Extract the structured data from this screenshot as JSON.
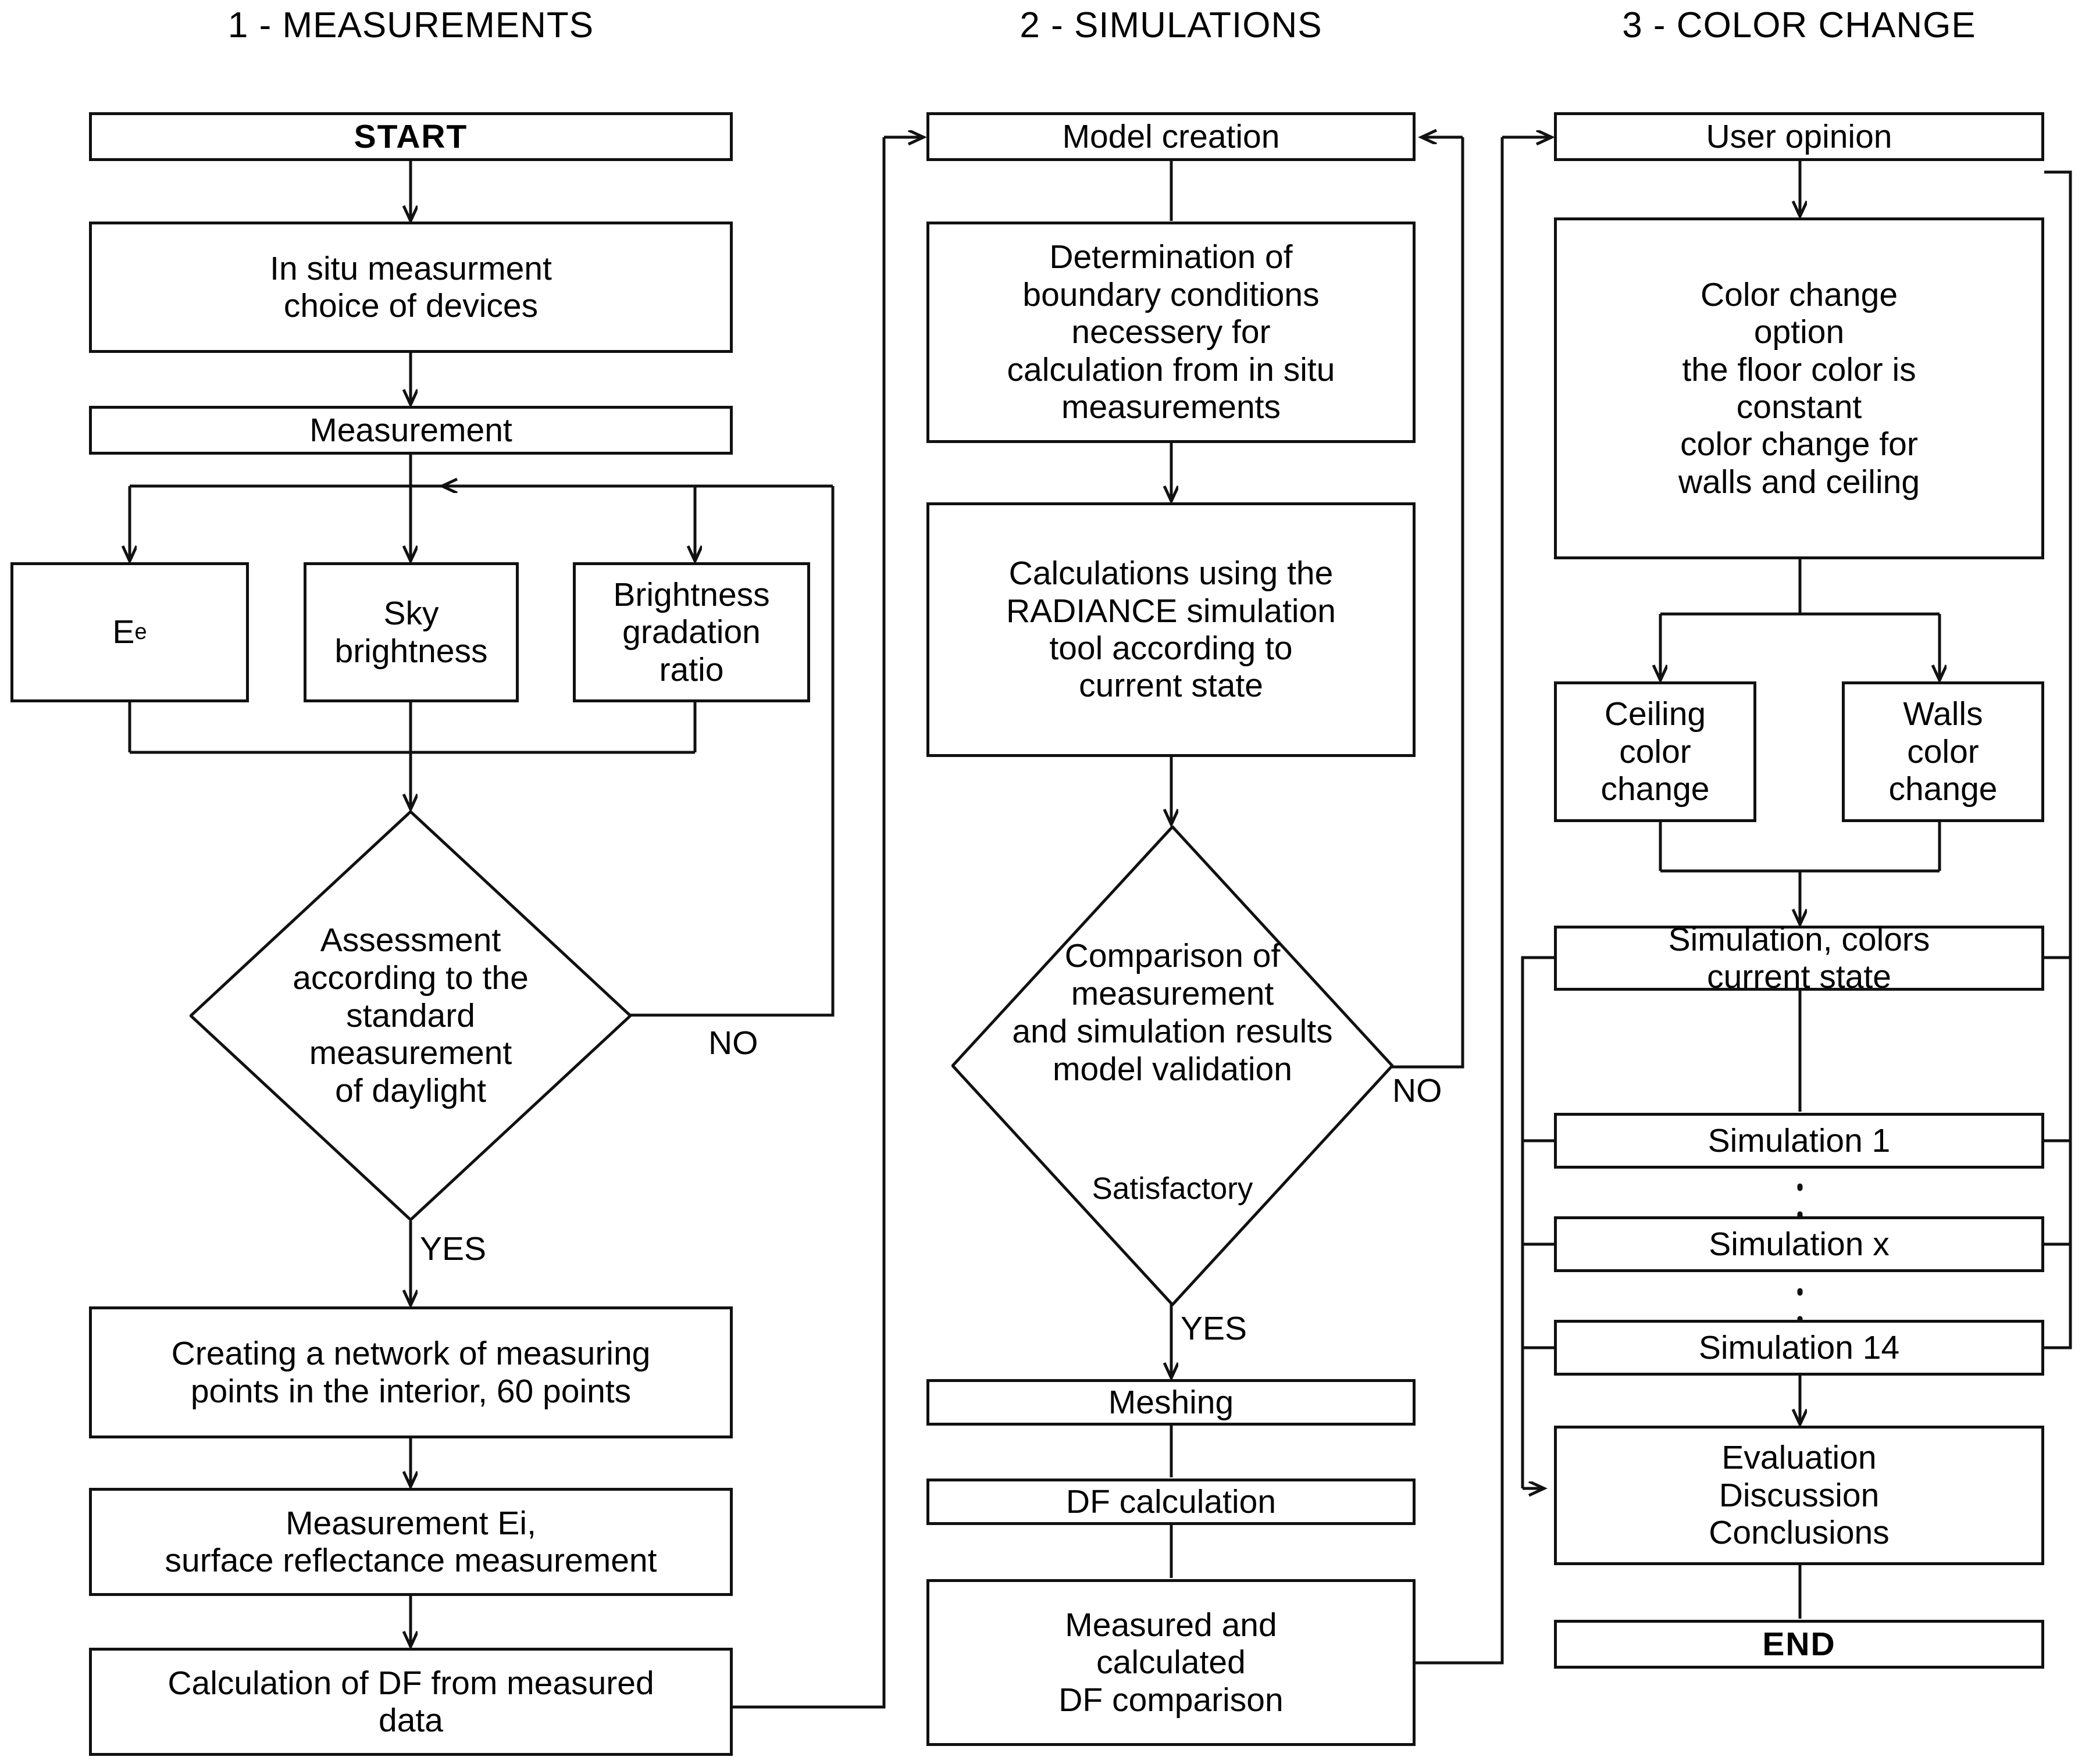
{
  "columns": [
    {
      "title": "1 - MEASUREMENTS"
    },
    {
      "title": "2 - SIMULATIONS"
    },
    {
      "title": "3 - COLOR CHANGE"
    }
  ],
  "col1": {
    "start": "START",
    "in_situ": "In situ measurment\nchoice of devices",
    "measurement": "Measurement",
    "ee": "E",
    "ee_sub": "e",
    "sky_brightness": "Sky\nbrightness",
    "brightness_gradation": "Brightness\ngradation\nratio",
    "assessment": "Assessment\naccording to the\nstandard\nmeasurement\nof daylight",
    "assessment_no": "NO",
    "assessment_yes": "YES",
    "network": "Creating a network of measuring\npoints in the interior, 60 points",
    "measurement_ei": "Measurement Ei,\nsurface reflectance measurement",
    "df_calc": "Calculation of DF from measured\ndata"
  },
  "col2": {
    "model_creation": "Model creation",
    "boundary": "Determination of\nboundary conditions\nnecessery for\ncalculation from in situ\nmeasurements",
    "radiance": "Calculations using the\nRADIANCE simulation\ntool according to\ncurrent state",
    "comparison": "Comparison of\nmeasurement\nand simulation results\nmodel validation",
    "comparison_satisfactory": "Satisfactory",
    "comparison_no": "NO",
    "comparison_yes": "YES",
    "meshing": "Meshing",
    "df_calculation": "DF calculation",
    "df_comparison": "Measured and\ncalculated\nDF comparison"
  },
  "col3": {
    "user_opinion": "User opinion",
    "color_change_option": "Color change\noption\nthe floor color is\nconstant\ncolor change for\nwalls and ceiling",
    "ceiling_color_change": "Ceiling\ncolor\nchange",
    "walls_color_change": "Walls\ncolor\nchange",
    "simulation_current": "Simulation, colors\ncurrent state",
    "simulation_1": "Simulation 1",
    "simulation_x": "Simulation x",
    "simulation_14": "Simulation 14",
    "evaluation": "Evaluation\nDiscussion\nConclusions",
    "end": "END"
  },
  "colors": {
    "stroke": "#111111",
    "background": "#ffffff",
    "text": "#000000"
  }
}
